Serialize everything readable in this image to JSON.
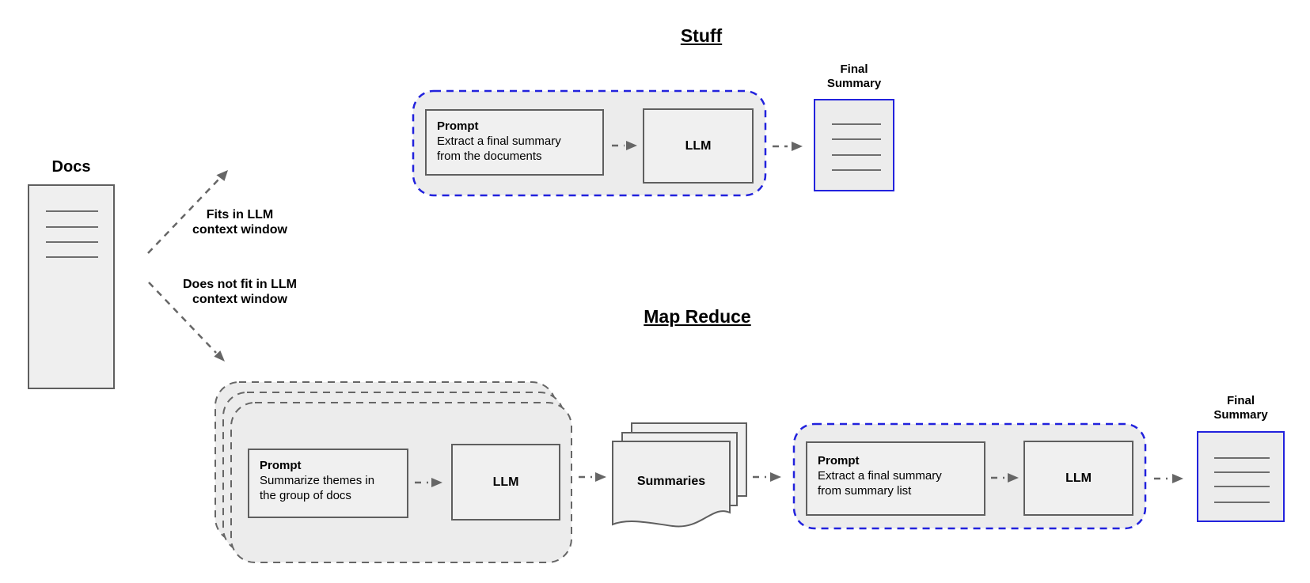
{
  "colors": {
    "accent_blue": "#2222dd",
    "shape_border_gray": "#5f5f5f",
    "dash_gray": "#666666",
    "shape_fill": "#ececec",
    "text": "#000000",
    "background": "#ffffff"
  },
  "docs": {
    "label": "Docs"
  },
  "branch_labels": {
    "fits": "Fits in LLM\ncontext window",
    "does_not_fit": "Does not fit in LLM\ncontext window"
  },
  "stuff": {
    "title": "Stuff",
    "prompt_title": "Prompt",
    "prompt_body": "Extract a final summary\nfrom the documents",
    "llm_label": "LLM",
    "final_summary_label": "Final\nSummary"
  },
  "map_reduce": {
    "title": "Map Reduce",
    "map_prompt_title": "Prompt",
    "map_prompt_body": "Summarize themes in\nthe group of docs",
    "map_llm_label": "LLM",
    "summaries_label": "Summaries",
    "reduce_prompt_title": "Prompt",
    "reduce_prompt_body": "Extract a final summary\nfrom summary list",
    "reduce_llm_label": "LLM",
    "final_summary_label": "Final\nSummary"
  },
  "icons": {
    "docs": "document-icon",
    "stuff_final_summary": "document-icon",
    "summaries": "documents-stack-icon",
    "map_reduce_final_summary": "document-icon"
  }
}
